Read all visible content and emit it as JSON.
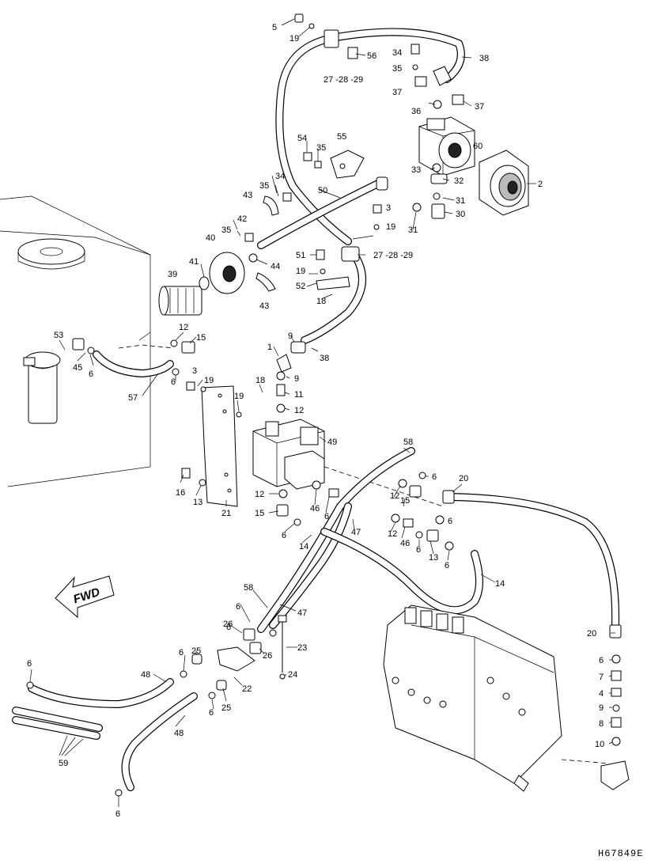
{
  "drawing_code": "H67849E",
  "direction_label": "FWD",
  "callouts": [
    {
      "id": "c5",
      "text": "5"
    },
    {
      "id": "c19a",
      "text": "19"
    },
    {
      "id": "c56",
      "text": "56"
    },
    {
      "id": "c27a",
      "text": "27 -28 -29"
    },
    {
      "id": "c38a",
      "text": "38"
    },
    {
      "id": "c34a",
      "text": "34"
    },
    {
      "id": "c35a",
      "text": "35"
    },
    {
      "id": "c37a",
      "text": "37"
    },
    {
      "id": "c36",
      "text": "36"
    },
    {
      "id": "c37b",
      "text": "37"
    },
    {
      "id": "c60",
      "text": "60"
    },
    {
      "id": "c54",
      "text": "54"
    },
    {
      "id": "c35b",
      "text": "35"
    },
    {
      "id": "c55",
      "text": "55"
    },
    {
      "id": "c33",
      "text": "33"
    },
    {
      "id": "c32",
      "text": "32"
    },
    {
      "id": "c2",
      "text": "2"
    },
    {
      "id": "c34b",
      "text": "34"
    },
    {
      "id": "c35c",
      "text": "35"
    },
    {
      "id": "c43a",
      "text": "43"
    },
    {
      "id": "c50",
      "text": "50"
    },
    {
      "id": "c31a",
      "text": "31"
    },
    {
      "id": "c31b",
      "text": "31"
    },
    {
      "id": "c30",
      "text": "30"
    },
    {
      "id": "c3a",
      "text": "3"
    },
    {
      "id": "c42",
      "text": "42"
    },
    {
      "id": "c35d",
      "text": "35"
    },
    {
      "id": "c19b",
      "text": "19"
    },
    {
      "id": "c40",
      "text": "40"
    },
    {
      "id": "c44",
      "text": "44"
    },
    {
      "id": "c51",
      "text": "51"
    },
    {
      "id": "c27b",
      "text": "27 -28 -29"
    },
    {
      "id": "c41",
      "text": "41"
    },
    {
      "id": "c39",
      "text": "39"
    },
    {
      "id": "c19c",
      "text": "19"
    },
    {
      "id": "c52",
      "text": "52"
    },
    {
      "id": "c43b",
      "text": "43"
    },
    {
      "id": "c18a",
      "text": "18"
    },
    {
      "id": "c53",
      "text": "53"
    },
    {
      "id": "c12a",
      "text": "12"
    },
    {
      "id": "c15a",
      "text": "15"
    },
    {
      "id": "c9a",
      "text": "9"
    },
    {
      "id": "c1",
      "text": "1"
    },
    {
      "id": "c38b",
      "text": "38"
    },
    {
      "id": "c45",
      "text": "45"
    },
    {
      "id": "c6a",
      "text": "6"
    },
    {
      "id": "c6b",
      "text": "6"
    },
    {
      "id": "c3b",
      "text": "3"
    },
    {
      "id": "c19d",
      "text": "19"
    },
    {
      "id": "c9b",
      "text": "9"
    },
    {
      "id": "c57",
      "text": "57"
    },
    {
      "id": "c18b",
      "text": "18"
    },
    {
      "id": "c11",
      "text": "11"
    },
    {
      "id": "c19e",
      "text": "19"
    },
    {
      "id": "c12b",
      "text": "12"
    },
    {
      "id": "c49",
      "text": "49"
    },
    {
      "id": "c58a",
      "text": "58"
    },
    {
      "id": "c16",
      "text": "16"
    },
    {
      "id": "c13a",
      "text": "13"
    },
    {
      "id": "c21",
      "text": "21"
    },
    {
      "id": "c12c",
      "text": "12"
    },
    {
      "id": "c46a",
      "text": "46"
    },
    {
      "id": "c6c",
      "text": "6"
    },
    {
      "id": "c20a",
      "text": "20"
    },
    {
      "id": "c6d",
      "text": "6"
    },
    {
      "id": "c12d",
      "text": "12"
    },
    {
      "id": "c15b",
      "text": "15"
    },
    {
      "id": "c15c",
      "text": "15"
    },
    {
      "id": "c6e",
      "text": "6"
    },
    {
      "id": "c47a",
      "text": "47"
    },
    {
      "id": "c6f",
      "text": "6"
    },
    {
      "id": "c12e",
      "text": "12"
    },
    {
      "id": "c46b",
      "text": "46"
    },
    {
      "id": "c6g",
      "text": "6"
    },
    {
      "id": "c14a",
      "text": "14"
    },
    {
      "id": "c13b",
      "text": "13"
    },
    {
      "id": "c6h",
      "text": "6"
    },
    {
      "id": "c6i",
      "text": "6"
    },
    {
      "id": "c14b",
      "text": "14"
    },
    {
      "id": "c58b",
      "text": "58"
    },
    {
      "id": "c47b",
      "text": "47"
    },
    {
      "id": "c6j",
      "text": "6"
    },
    {
      "id": "c20b",
      "text": "20"
    },
    {
      "id": "c26a",
      "text": "26"
    },
    {
      "id": "c23",
      "text": "23"
    },
    {
      "id": "c26b",
      "text": "26"
    },
    {
      "id": "c6k",
      "text": "6"
    },
    {
      "id": "c6l",
      "text": "6"
    },
    {
      "id": "c25a",
      "text": "25"
    },
    {
      "id": "c48a",
      "text": "48"
    },
    {
      "id": "c24",
      "text": "24"
    },
    {
      "id": "c7",
      "text": "7"
    },
    {
      "id": "c22",
      "text": "22"
    },
    {
      "id": "c4",
      "text": "4"
    },
    {
      "id": "c6m",
      "text": "6"
    },
    {
      "id": "c6n",
      "text": "6"
    },
    {
      "id": "c25b",
      "text": "25"
    },
    {
      "id": "c9c",
      "text": "9"
    },
    {
      "id": "c48b",
      "text": "48"
    },
    {
      "id": "c8",
      "text": "8"
    },
    {
      "id": "c10",
      "text": "10"
    },
    {
      "id": "c59",
      "text": "59"
    },
    {
      "id": "c6o",
      "text": "6"
    }
  ]
}
